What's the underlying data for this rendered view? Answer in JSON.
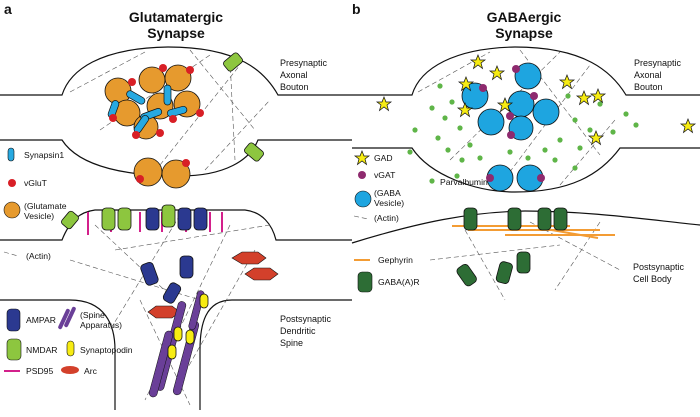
{
  "panel_a": {
    "letter": "a",
    "title_line1": "Glutamatergic",
    "title_line2": "Synapse",
    "presynaptic": [
      "Presynaptic",
      "Axonal",
      "Bouton"
    ],
    "postsynaptic": [
      "Postsynaptic",
      "Dendritic",
      "Spine"
    ],
    "legend": {
      "synapsin": "Synapsin1",
      "vglut": "vGluT",
      "vesicle_1": "(Glutamate",
      "vesicle_2": "Vesicle)",
      "actin": "(Actin)",
      "ampar": "AMPAR",
      "spine_app_1": "(Spine",
      "spine_app_2": "Apparatus)",
      "nmdar": "NMDAR",
      "synaptopodin": "Synaptopodin",
      "psd95": "PSD95",
      "arc": "Arc"
    }
  },
  "panel_b": {
    "letter": "b",
    "title_line1": "GABAergic",
    "title_line2": "Synapse",
    "presynaptic": [
      "Presynaptic",
      "Axonal",
      "Bouton"
    ],
    "postsynaptic": [
      "Postsynaptic",
      "Cell Body"
    ],
    "legend": {
      "gad": "GAD",
      "vgat": "vGAT",
      "vesicle_1": "(GABA",
      "vesicle_2": "Vesicle)",
      "parvalbumin": "Parvalbumin",
      "actin": "(Actin)",
      "gephyrin": "Gephyrin",
      "gabaar": "GABA(A)R"
    }
  },
  "colors": {
    "glutamate_vesicle": "#e69a2e",
    "gaba_vesicle": "#1ea5e0",
    "synapsin": "#27a9e1",
    "vglut": "#d81f26",
    "vgat": "#8e2a6e",
    "ampar": "#2b3990",
    "nmdar": "#8dc63f",
    "synaptopodin": "#f7ec13",
    "psd95": "#d3208b",
    "arc": "#d3402b",
    "spine_apparatus": "#6a3f98",
    "gad": "#f7ec13",
    "parvalbumin": "#5fb548",
    "gephyrin": "#f39c34",
    "gabaar": "#2d6d35"
  }
}
